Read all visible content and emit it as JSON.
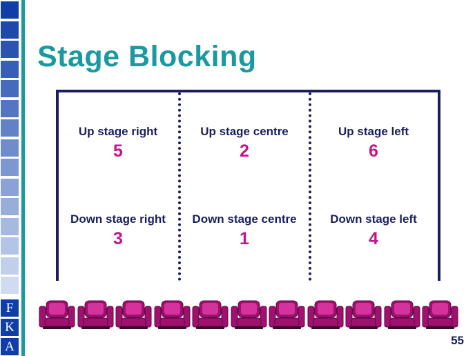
{
  "slide": {
    "title": "Stage Blocking",
    "page_number": "55",
    "logo_letters": [
      "F",
      "K",
      "A"
    ]
  },
  "stage": {
    "zones": [
      {
        "label": "Up stage right",
        "number": "5"
      },
      {
        "label": "Up stage centre",
        "number": "2"
      },
      {
        "label": "Up stage left",
        "number": "6"
      },
      {
        "label": "Down stage right",
        "number": "3"
      },
      {
        "label": "Down stage centre",
        "number": "1"
      },
      {
        "label": "Down stage left",
        "number": "4"
      }
    ]
  },
  "audience": {
    "seat_icon": "theatre-seat-icon"
  },
  "colors": {
    "title": "#1a9aa0",
    "frame": "#1a1f5c",
    "zone_number": "#c0158c",
    "seat": "#a0106e",
    "sidebar_dark": "#0f3ea8",
    "sidebar_light": "#d0daf0"
  }
}
